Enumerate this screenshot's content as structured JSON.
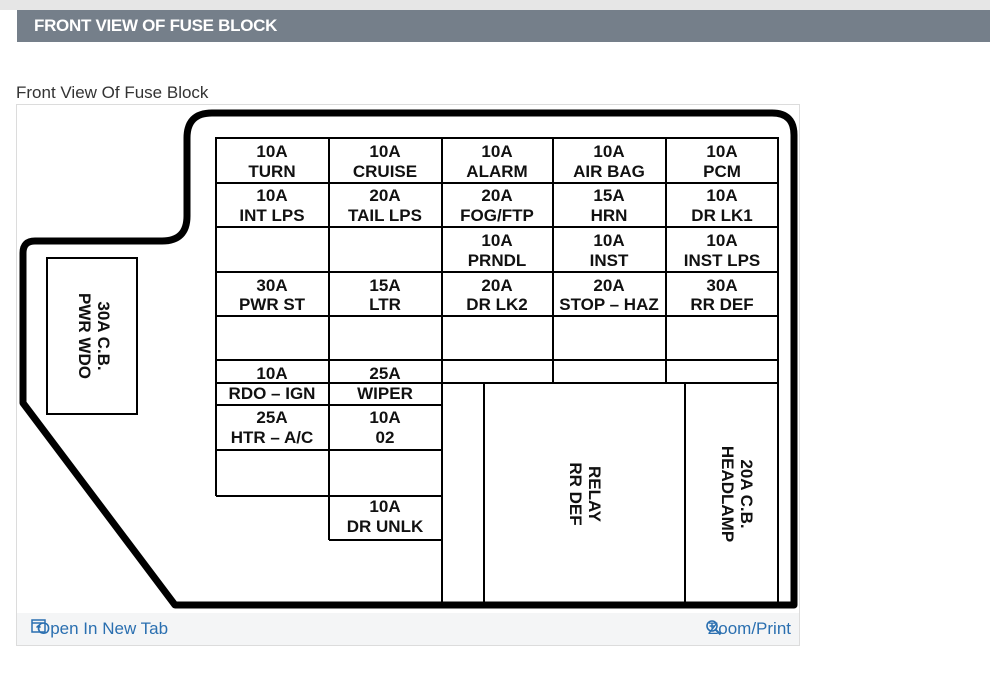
{
  "header": {
    "title": "FRONT VIEW OF FUSE BLOCK"
  },
  "figure": {
    "caption": "Front View Of Fuse Block",
    "open_tab_label": "Open In New Tab",
    "zoom_label": "Zoom/Print",
    "icons": {
      "open": "open-new-tab-icon",
      "zoom": "zoom-magnifier-icon"
    }
  },
  "fuses": {
    "r1": [
      {
        "amp": "10A",
        "name": "TURN"
      },
      {
        "amp": "10A",
        "name": "CRUISE"
      },
      {
        "amp": "10A",
        "name": "ALARM"
      },
      {
        "amp": "10A",
        "name": "AIR BAG"
      },
      {
        "amp": "10A",
        "name": "PCM"
      }
    ],
    "r2": [
      {
        "amp": "10A",
        "name": "INT LPS"
      },
      {
        "amp": "20A",
        "name": "TAIL LPS"
      },
      {
        "amp": "20A",
        "name": "FOG/FTP"
      },
      {
        "amp": "15A",
        "name": "HRN"
      },
      {
        "amp": "10A",
        "name": "DR LK1"
      }
    ],
    "r3": [
      {
        "amp": "10A",
        "name": "PRNDL"
      },
      {
        "amp": "10A",
        "name": "INST"
      },
      {
        "amp": "10A",
        "name": "INST LPS"
      }
    ],
    "r4": [
      {
        "amp": "30A",
        "name": "PWR ST"
      },
      {
        "amp": "15A",
        "name": "LTR"
      },
      {
        "amp": "20A",
        "name": "DR LK2"
      },
      {
        "amp": "20A",
        "name": "STOP – HAZ"
      },
      {
        "amp": "30A",
        "name": "RR DEF"
      }
    ],
    "r6": [
      {
        "amp": "10A",
        "name": "RDO – IGN"
      },
      {
        "amp": "25A",
        "name": "WIPER"
      }
    ],
    "r7": [
      {
        "amp": "25A",
        "name": "HTR – A/C"
      },
      {
        "amp": "10A",
        "name": "02"
      }
    ],
    "bottom": {
      "amp": "10A",
      "name": "DR UNLK"
    }
  },
  "side_cb": {
    "line1": "30A C.B.",
    "line2": "PWR WDO"
  },
  "relay": {
    "line1": "RELAY",
    "line2": "RR DEF"
  },
  "headlamp_cb": {
    "line1": "20A C.B.",
    "line2": "HEADLAMP"
  }
}
